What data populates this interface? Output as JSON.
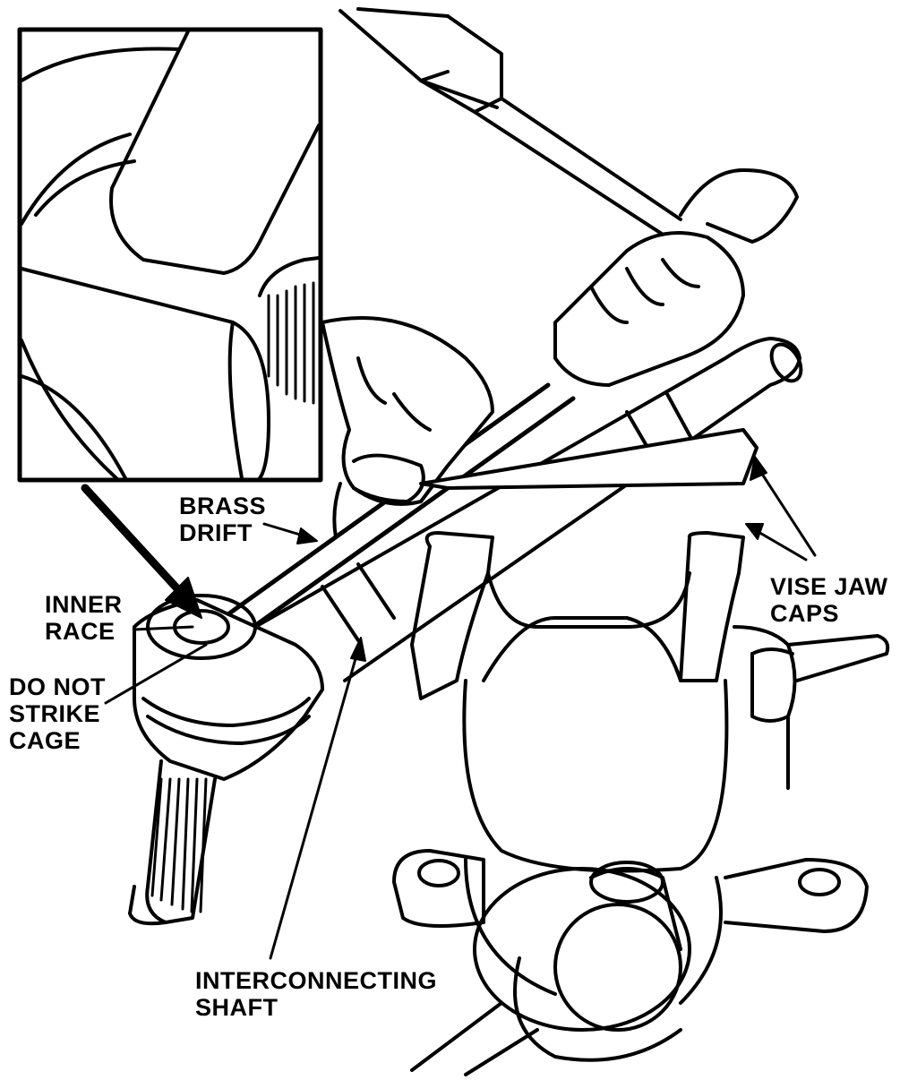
{
  "labels": {
    "brass_drift": [
      "BRASS",
      "DRIFT"
    ],
    "vise_jaw_caps": [
      "VISE JAW",
      "CAPS"
    ],
    "inner_race": [
      "INNER",
      "RACE"
    ],
    "do_not_strike_cage": [
      "DO NOT",
      "STRIKE",
      "CAGE"
    ],
    "interconnecting_shaft": [
      "INTERCONNECTING",
      "SHAFT"
    ]
  },
  "colors": {
    "ink": "#000000",
    "paper": "#ffffff"
  }
}
